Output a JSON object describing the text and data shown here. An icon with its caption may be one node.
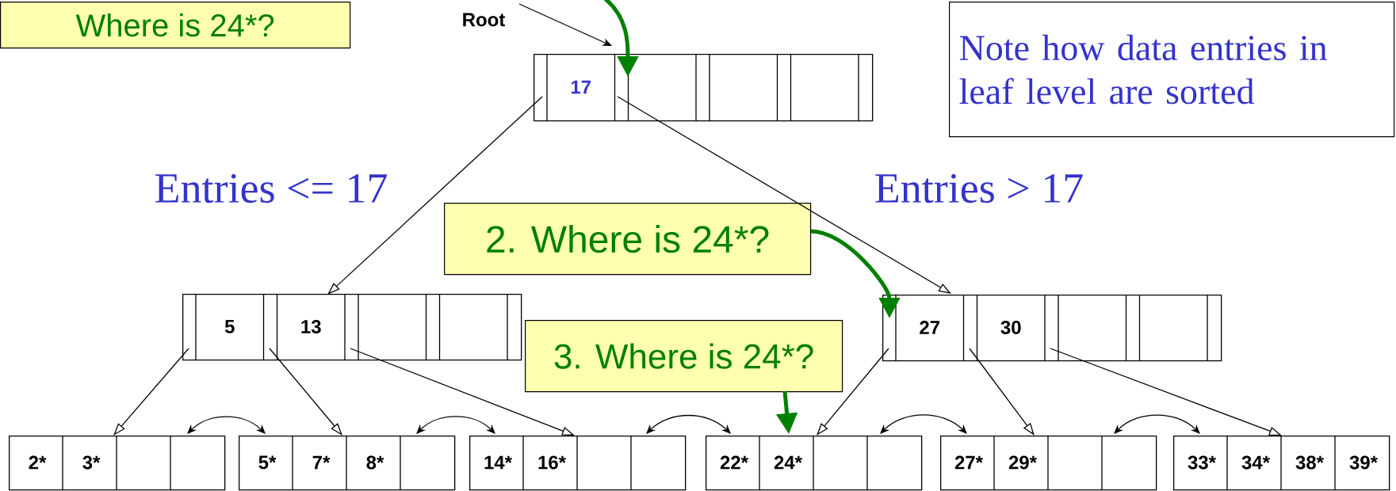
{
  "diagram": {
    "nodes": [
      {
        "text": [
          "Where is 24*?"
        ]
      },
      {
        "text": [
          "Root"
        ]
      },
      {
        "text": [
          "17"
        ]
      },
      {
        "text": [
          "Note how data entries in leaf level are sorted"
        ]
      },
      {
        "text": [
          "2. Where is 24*?"
        ]
      },
      {
        "text": [
          "5",
          "13"
        ]
      },
      {
        "text": [
          "27",
          "30"
        ]
      },
      {
        "text": [
          "3. Where is 24*?"
        ]
      },
      {
        "text": [
          "2*",
          "3*"
        ]
      },
      {
        "text": [
          "5*",
          "7*",
          "8*"
        ]
      },
      {
        "text": [
          "14*",
          "16*"
        ]
      },
      {
        "text": [
          "22*",
          "24*"
        ]
      },
      {
        "text": [
          "27*",
          "29*"
        ]
      },
      {
        "text": [
          "33*",
          "34*",
          "38*",
          "39*"
        ]
      }
    ],
    "edges": [
      {
        "from": 1,
        "to": 2,
        "arrow": "to"
      },
      {
        "from": null,
        "to": 2,
        "arrow": "to",
        "style": "thick",
        "color": "#008000"
      },
      {
        "from": 2,
        "to": 5,
        "arrow": "to"
      },
      {
        "from": 2,
        "to": 6,
        "arrow": "to"
      },
      {
        "from": 4,
        "to": 6,
        "arrow": "to",
        "style": "thick",
        "color": "#008000"
      },
      {
        "from": 5,
        "to": 8,
        "arrow": "to"
      },
      {
        "from": 5,
        "to": 9,
        "arrow": "to"
      },
      {
        "from": 5,
        "to": 10,
        "arrow": "to"
      },
      {
        "from": 6,
        "to": 11,
        "arrow": "to"
      },
      {
        "from": 6,
        "to": 12,
        "arrow": "to"
      },
      {
        "from": 6,
        "to": 13,
        "arrow": "to"
      },
      {
        "from": 7,
        "to": 11,
        "arrow": "to",
        "style": "thick",
        "color": "#008000"
      },
      {
        "from": 8,
        "to": 9,
        "arrow": "both"
      },
      {
        "from": 9,
        "to": 10,
        "arrow": "both"
      },
      {
        "from": 10,
        "to": 11,
        "arrow": "both"
      },
      {
        "from": 11,
        "to": 12,
        "arrow": "both"
      },
      {
        "from": 12,
        "to": 13,
        "arrow": "both"
      }
    ],
    "labels": [
      "Entries <= 17",
      "Entries > 17"
    ]
  }
}
